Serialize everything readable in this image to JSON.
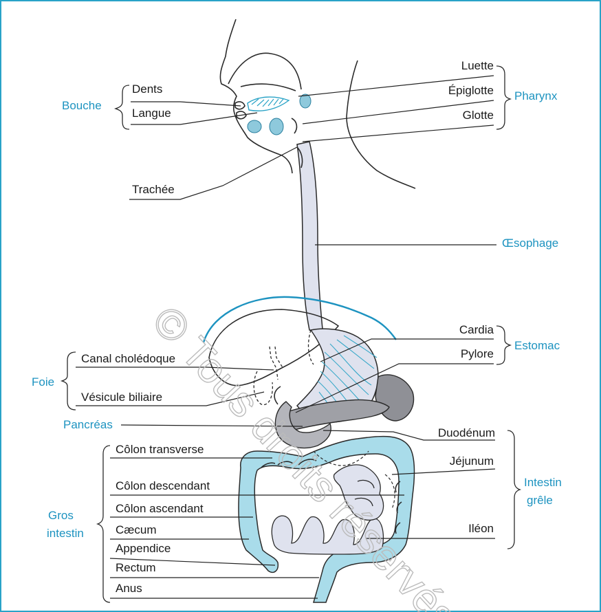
{
  "labels": {
    "dents": "Dents",
    "langue": "Langue",
    "trachee": "Trachée",
    "luette": "Luette",
    "epiglotte": "Épiglotte",
    "glotte": "Glotte",
    "oesophage": "Œsophage",
    "cardia": "Cardia",
    "pylore": "Pylore",
    "canal_choledoque": "Canal cholédoque",
    "vesicule_biliaire": "Vésicule biliaire",
    "pancreas": "Pancréas",
    "duodenum": "Duodénum",
    "jejunum": "Jéjunum",
    "ileon": "Iléon",
    "colon_transverse": "Côlon transverse",
    "colon_descendant": "Côlon descendant",
    "colon_ascendant": "Côlon ascendant",
    "caecum": "Cæcum",
    "appendice": "Appendice",
    "rectum": "Rectum",
    "anus": "Anus"
  },
  "groups": {
    "bouche": "Bouche",
    "pharynx": "Pharynx",
    "estomac": "Estomac",
    "foie": "Foie",
    "intestin_grele_line1": "Intestin",
    "intestin_grele_line2": "grêle",
    "gros_intestin_line1": "Gros",
    "gros_intestin_line2": "intestin"
  },
  "watermark": "© Tous droits réservés",
  "colors": {
    "frame": "#29a3c8",
    "group_text": "#1d93c0",
    "label_text": "#1a1a1a",
    "digestive_fill": "#dfe2ee",
    "intestine_fill": "#a9dcea",
    "organ_dark": "#8f9096",
    "organ_mid": "#b4b5bb",
    "accent_blue": "#3aa9c9"
  }
}
